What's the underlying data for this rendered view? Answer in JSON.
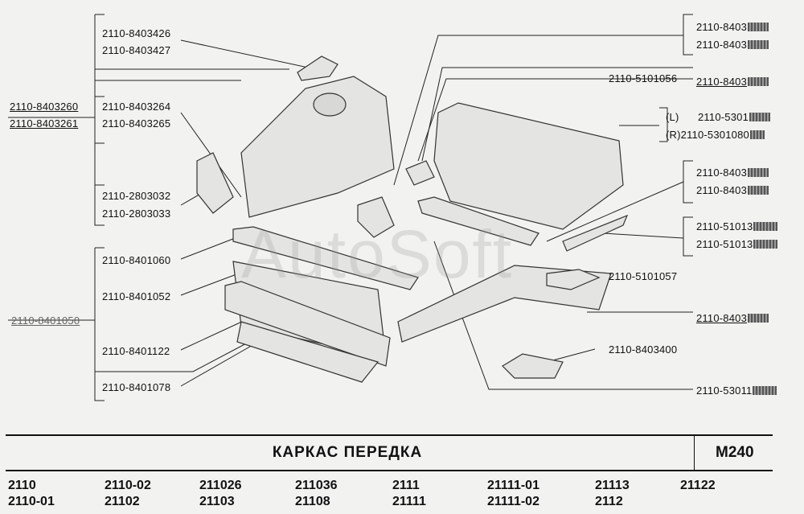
{
  "watermark": "AutoSoft",
  "left_labels": {
    "p1": "2110-8403426",
    "p2": "2110-8403427",
    "p3": "2110-8403260",
    "p4": "2110-8403261",
    "p5": "2110-8403264",
    "p6": "2110-8403265",
    "p7": "2110-2803032",
    "p8": "2110-2803033",
    "p9": "2110-8401060",
    "p10": "2110-8401052",
    "p11": "2110-8401050",
    "p12": "2110-8401122",
    "p13": "2110-8401078"
  },
  "right_labels": {
    "r1": "2110-8403",
    "r2": "2110-8403",
    "r3": "2110-5101056",
    "r4": "2110-8403",
    "r5a": "(L)",
    "r5": "2110-5301",
    "r6": "(R)2110-5301080",
    "r7": "2110-8403",
    "r8": "2110-8403",
    "r9": "2110-51013",
    "r10": "2110-51013",
    "r11": "2110-5101057",
    "r12": "2110-8403",
    "r13": "2110-8403400",
    "r14": "2110-53011"
  },
  "title": "КАРКАС  ПЕРЕДКА",
  "code": "M240",
  "models": {
    "m1a": "2110",
    "m1b": "2110-01",
    "m2a": "2110-02",
    "m2b": "21102",
    "m3a": "211026",
    "m3b": "21103",
    "m4a": "211036",
    "m4b": "21108",
    "m5a": "2111",
    "m5b": "21111",
    "m6a": "21111-01",
    "m6b": "21111-02",
    "m7a": "21113",
    "m7b": "2112",
    "m8a": "21122"
  }
}
